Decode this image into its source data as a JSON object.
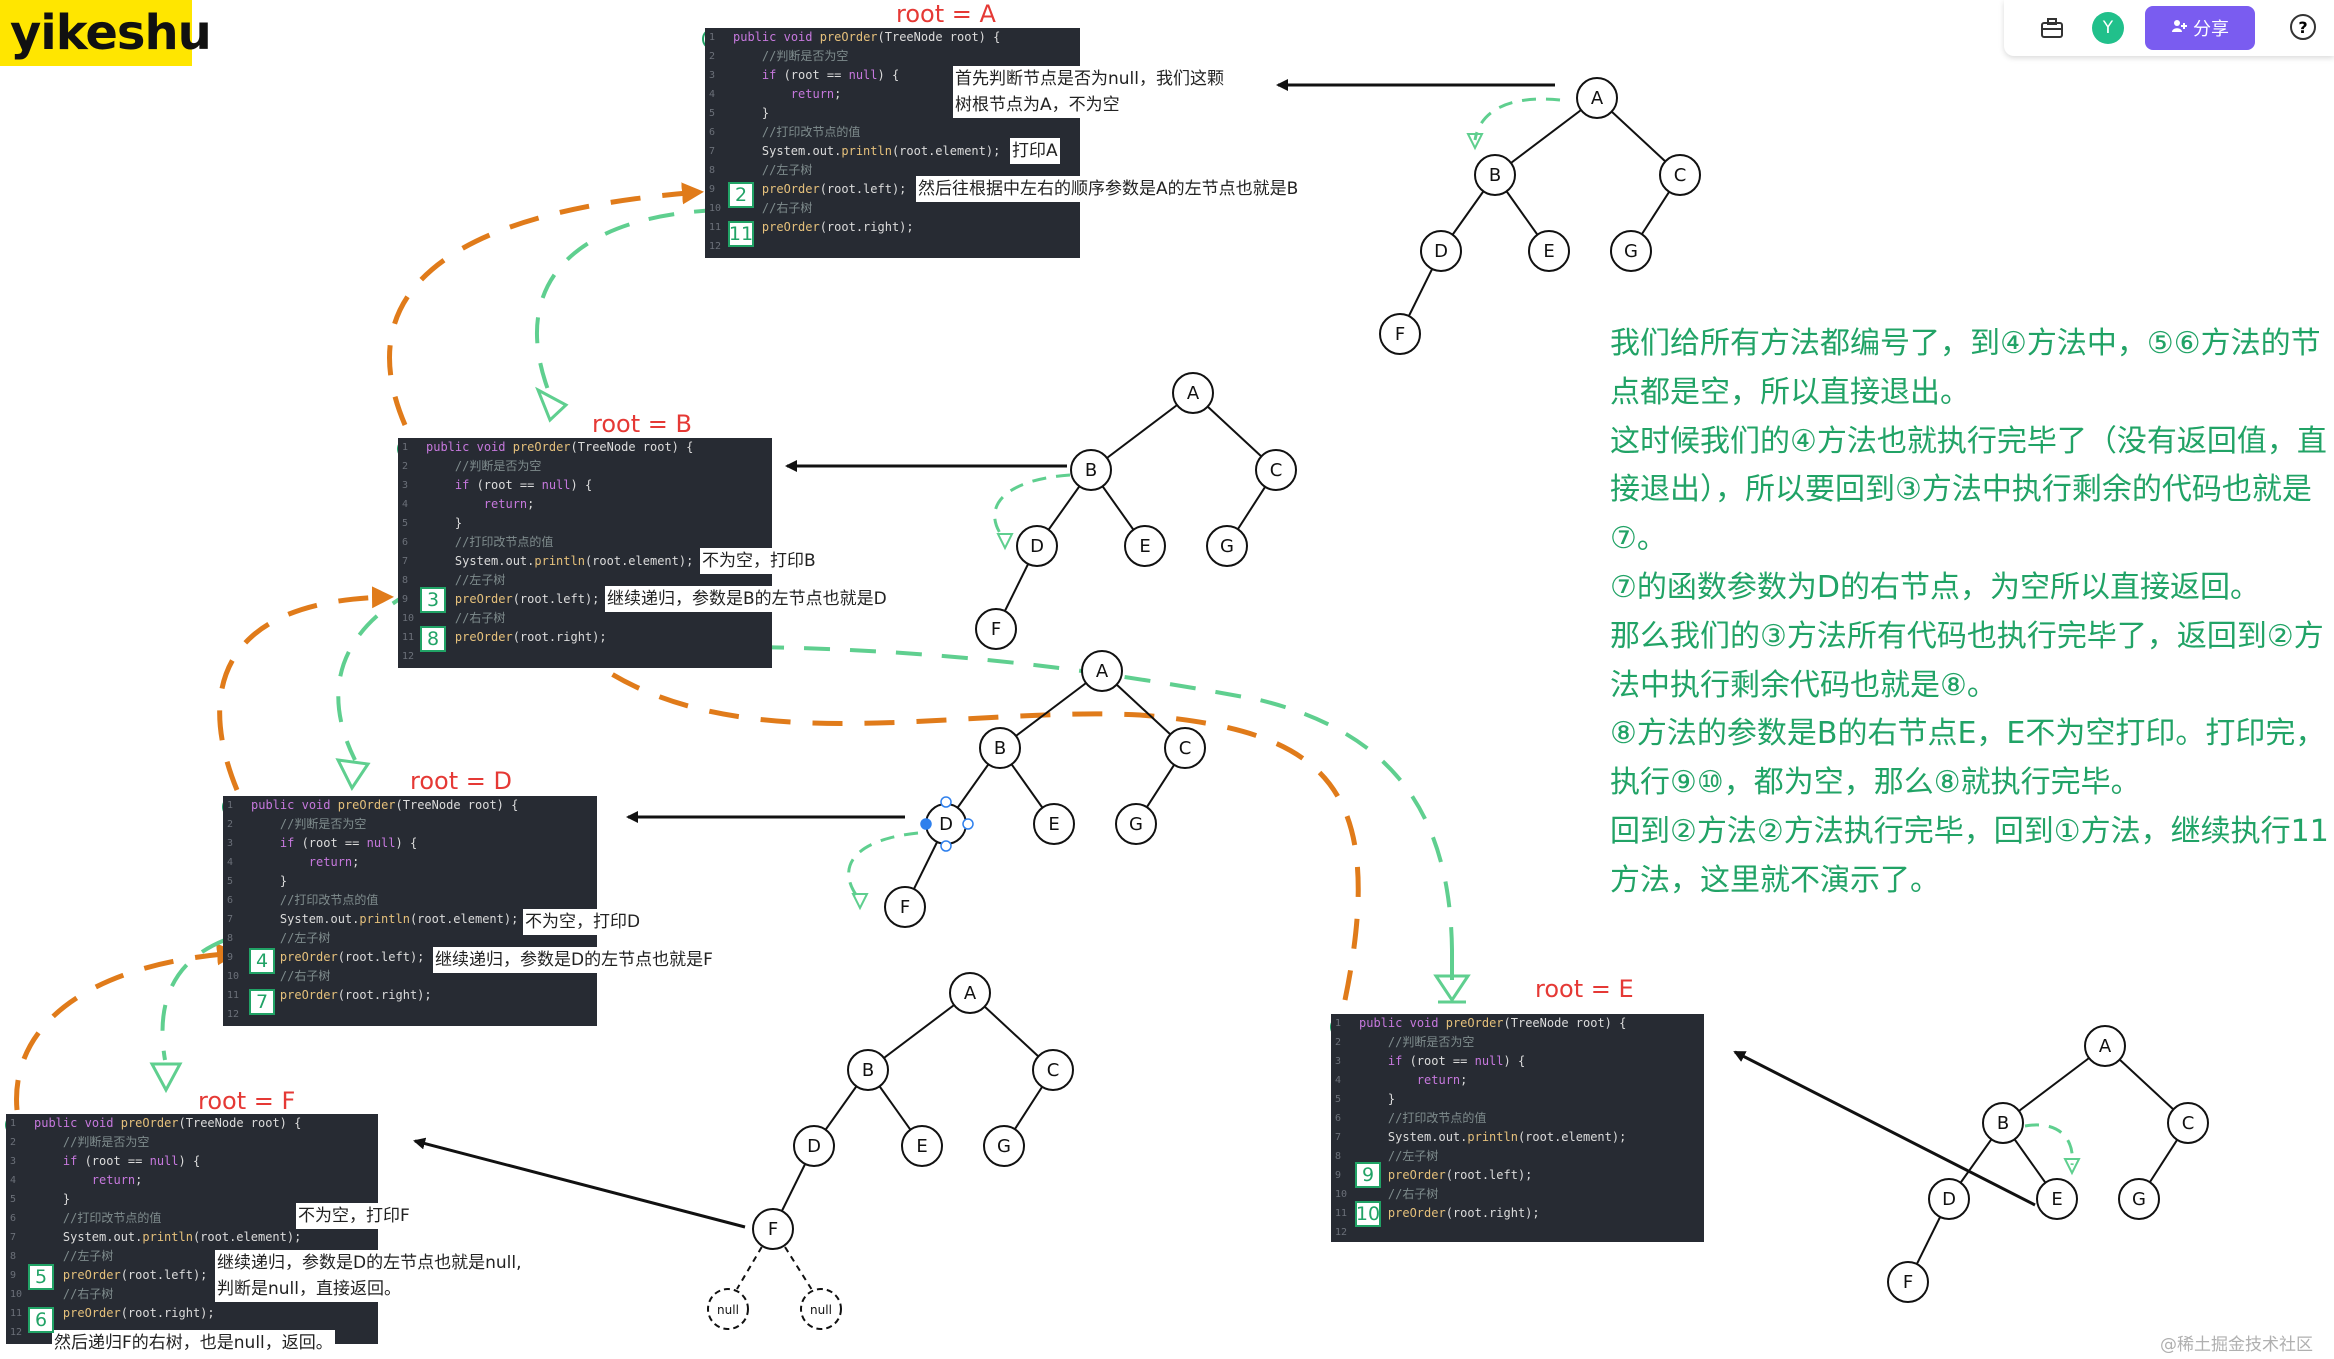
{
  "brand": {
    "logo_text": "yikeshu"
  },
  "toolbar": {
    "avatar_letter": "Y",
    "share_label": "分享",
    "help_label": "?"
  },
  "frames": [
    {
      "id": "A",
      "root_label": "root = A",
      "badge": "1",
      "code_lines": [
        "public void preOrder(TreeNode root) {",
        "    //判断是否为空",
        "    if (root == null) {",
        "        return;",
        "    }",
        "    //打印改节点的值",
        "    System.out.println(root.element);",
        "    //左子树",
        "    preOrder(root.left);",
        "    //右子树",
        "    preOrder(root.right);",
        ""
      ],
      "badges": [
        "2",
        "11"
      ],
      "notes": [
        "首先判断节点是否为null，我们这颗\n树根节点为A，不为空",
        "打印A",
        "然后往根据中左右的顺序参数是A的左节点也就是B"
      ]
    },
    {
      "id": "B",
      "root_label": "root = B",
      "badge": "2",
      "code_lines": [
        "public void preOrder(TreeNode root) {",
        "    //判断是否为空",
        "    if (root == null) {",
        "        return;",
        "    }",
        "    //打印改节点的值",
        "    System.out.println(root.element);",
        "    //左子树",
        "    preOrder(root.left);",
        "    //右子树",
        "    preOrder(root.right);",
        ""
      ],
      "badges": [
        "3",
        "8"
      ],
      "notes": [
        "不为空，打印B",
        "继续递归，参数是B的左节点也就是D"
      ]
    },
    {
      "id": "D",
      "root_label": "root = D",
      "badge": "3",
      "code_lines": [
        "public void preOrder(TreeNode root) {",
        "    //判断是否为空",
        "    if (root == null) {",
        "        return;",
        "    }",
        "    //打印改节点的值",
        "    System.out.println(root.element);",
        "    //左子树",
        "    preOrder(root.left);",
        "    //右子树",
        "    preOrder(root.right);",
        ""
      ],
      "badges": [
        "4",
        "7"
      ],
      "notes": [
        "不为空，打印D",
        "继续递归，参数是D的左节点也就是F"
      ]
    },
    {
      "id": "F",
      "root_label": "root = F",
      "badge": "4",
      "code_lines": [
        "public void preOrder(TreeNode root) {",
        "    //判断是否为空",
        "    if (root == null) {",
        "        return;",
        "    }",
        "    //打印改节点的值",
        "    System.out.println(root.element);",
        "    //左子树",
        "    preOrder(root.left);",
        "    //右子树",
        "    preOrder(root.right);",
        ""
      ],
      "badges": [
        "5",
        "6"
      ],
      "notes": [
        "不为空，打印F",
        "继续递归，参数是D的左节点也就是null,\n判断是null，直接返回。",
        "然后递归F的右树，也是null，返回。"
      ]
    },
    {
      "id": "E",
      "root_label": "root = E",
      "badge": "8",
      "code_lines": [
        "public void preOrder(TreeNode root) {",
        "    //判断是否为空",
        "    if (root == null) {",
        "        return;",
        "    }",
        "    //打印改节点的值",
        "    System.out.println(root.element);",
        "    //左子树",
        "    preOrder(root.left);",
        "    //右子树",
        "    preOrder(root.right);",
        ""
      ],
      "badges": [
        "9",
        "10"
      ],
      "notes": []
    }
  ],
  "tree": {
    "node_labels": [
      "A",
      "B",
      "C",
      "D",
      "E",
      "G",
      "F"
    ],
    "null_label": "null"
  },
  "explanation": [
    "我们给所有方法都编号了，到④方法中，⑤⑥方法的节点都是空，所以直接退出。",
    "这时候我们的④方法也就执行完毕了（没有返回值，直接退出），所以要回到③方法中执行剩余的代码也就是⑦。",
    "⑦的函数参数为D的右节点，为空所以直接返回。",
    "那么我们的③方法所有代码也执行完毕了，返回到②方法中执行剩余代码也就是⑧。",
    "⑧方法的参数是B的右节点E，E不为空打印。打印完，执行⑨⑩，都为空，那么⑧就执行完毕。",
    "回到②方法②方法执行完毕，回到①方法，继续执行11方法，这里就不演示了。"
  ],
  "watermark": "@稀土掘金技术社区",
  "colors": {
    "orange": "#e07b1a",
    "green": "#5fcf8f",
    "code_bg": "#272b33",
    "root_red": "#e53935",
    "explain_green": "#21a366",
    "share_purple": "#7a5cf0"
  }
}
